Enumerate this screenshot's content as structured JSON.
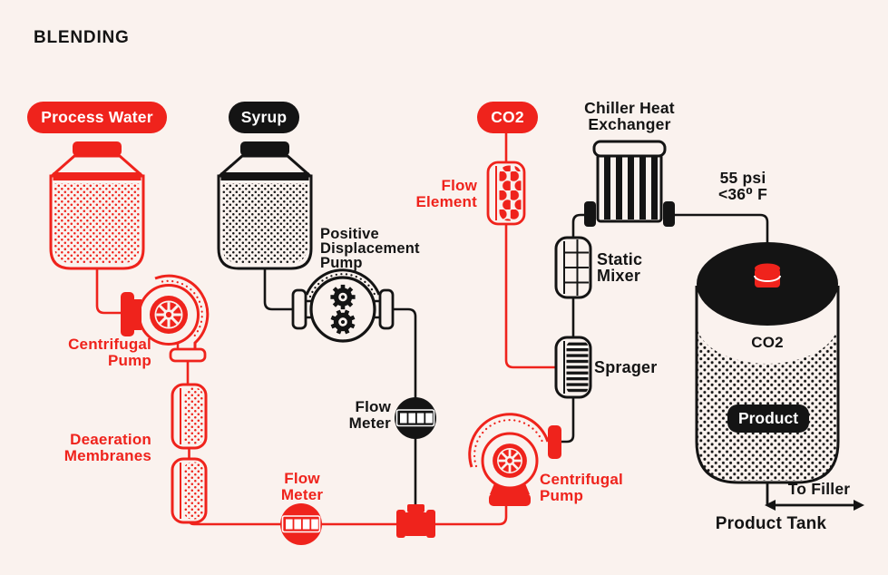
{
  "title": "BLENDING",
  "colors": {
    "red": "#EF231C",
    "black": "#141414",
    "background": "#FAF2EE",
    "white": "#FFFFFF"
  },
  "source_tags": {
    "process_water": "Process Water",
    "syrup": "Syrup",
    "co2": "CO2"
  },
  "equipment": {
    "centrifugal_pump_left": [
      "Centrifugal",
      "Pump"
    ],
    "deaeration_membranes": [
      "Deaeration",
      "Membranes"
    ],
    "flow_meter_water": [
      "Flow",
      "Meter"
    ],
    "flow_meter_syrup": [
      "Flow",
      "Meter"
    ],
    "flow_element": [
      "Flow",
      "Element"
    ],
    "positive_displacement_pump": [
      "Positive",
      "Displacement",
      "Pump"
    ],
    "chiller_heat_exchanger": [
      "Chiller Heat",
      "Exchanger"
    ],
    "static_mixer": [
      "Static",
      "Mixer"
    ],
    "sprager": "Sprager",
    "centrifugal_pump_right": [
      "Centrifugal",
      "Pump"
    ]
  },
  "conditions": {
    "pressure": "55 psi",
    "temperature": "<36⁰ F"
  },
  "product_tank": {
    "headspace_label": "CO2",
    "content_label": "Product",
    "outlet_label": "To Filler",
    "caption": "Product Tank"
  }
}
